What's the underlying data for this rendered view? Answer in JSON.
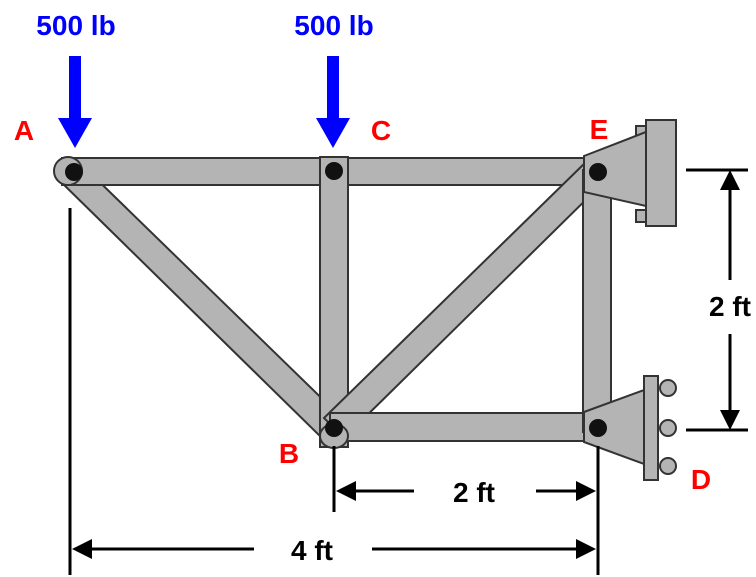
{
  "loads": {
    "left": "500 lb",
    "right": "500 lb"
  },
  "nodes": {
    "a": "A",
    "b": "B",
    "c": "C",
    "d": "D",
    "e": "E"
  },
  "dimensions": {
    "vertical": "2 ft",
    "bottom_right": "2 ft",
    "overall": "4 ft"
  },
  "colors": {
    "load": "#0000ff",
    "label": "#ff0000",
    "member": "#b4b4b4"
  }
}
